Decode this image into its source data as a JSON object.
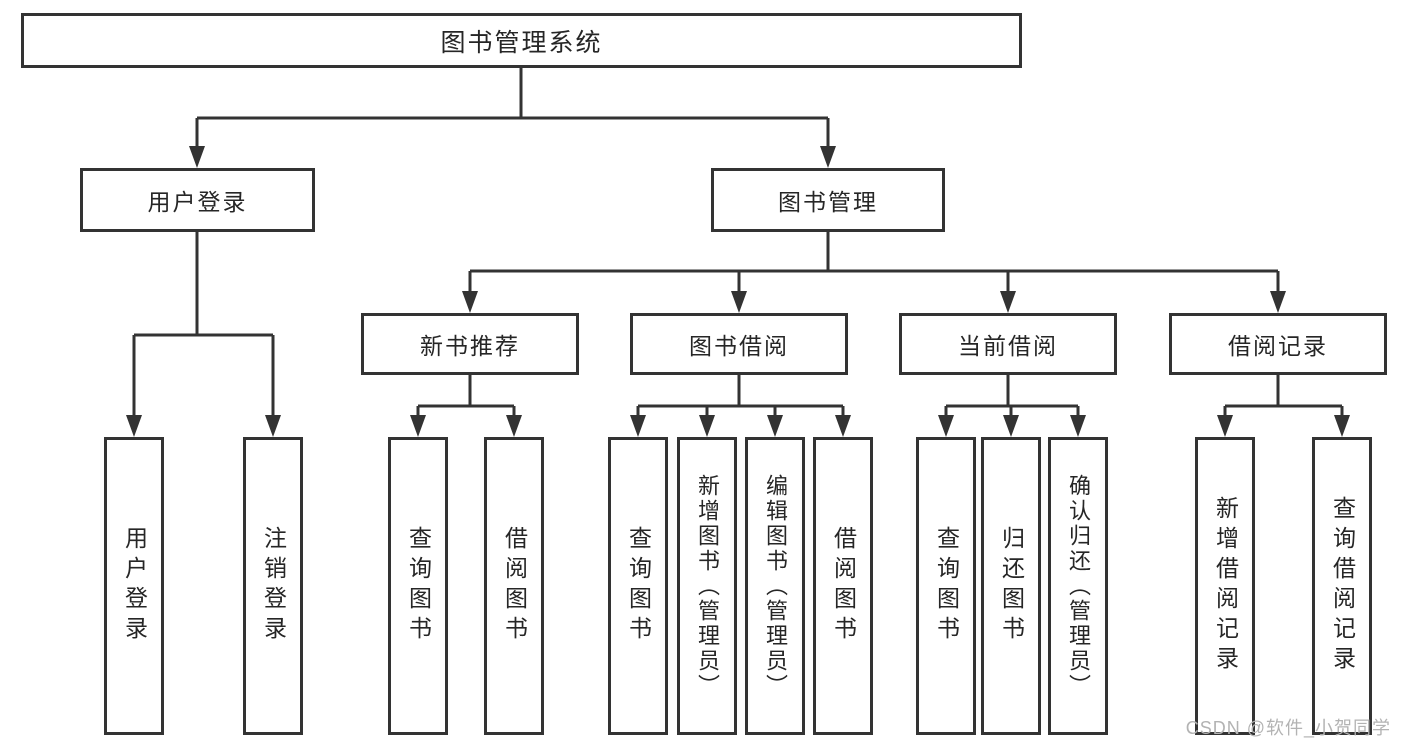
{
  "nodes": {
    "root": "图书管理系统",
    "user_login": "用户登录",
    "book_management": "图书管理",
    "new_book_recommend": "新书推荐",
    "book_borrowing": "图书借阅",
    "current_borrowing": "当前借阅",
    "borrowing_records": "借阅记录",
    "leaves": {
      "user_login": [
        "用户登录",
        "注销登录"
      ],
      "new_book_recommend": [
        "查询图书",
        "借阅图书"
      ],
      "book_borrowing": [
        "查询图书",
        "新增图书（管理员）",
        "编辑图书（管理员）",
        "借阅图书"
      ],
      "current_borrowing": [
        "查询图书",
        "归还图书",
        "确认归还（管理员）"
      ],
      "borrowing_records": [
        "新增借阅记录",
        "查询借阅记录"
      ]
    }
  },
  "watermark": "CSDN @软件_小贺同学",
  "colors": {
    "line": "#333333",
    "text": "#262626",
    "watermark": "#b3b3b3",
    "background": "#ffffff"
  }
}
